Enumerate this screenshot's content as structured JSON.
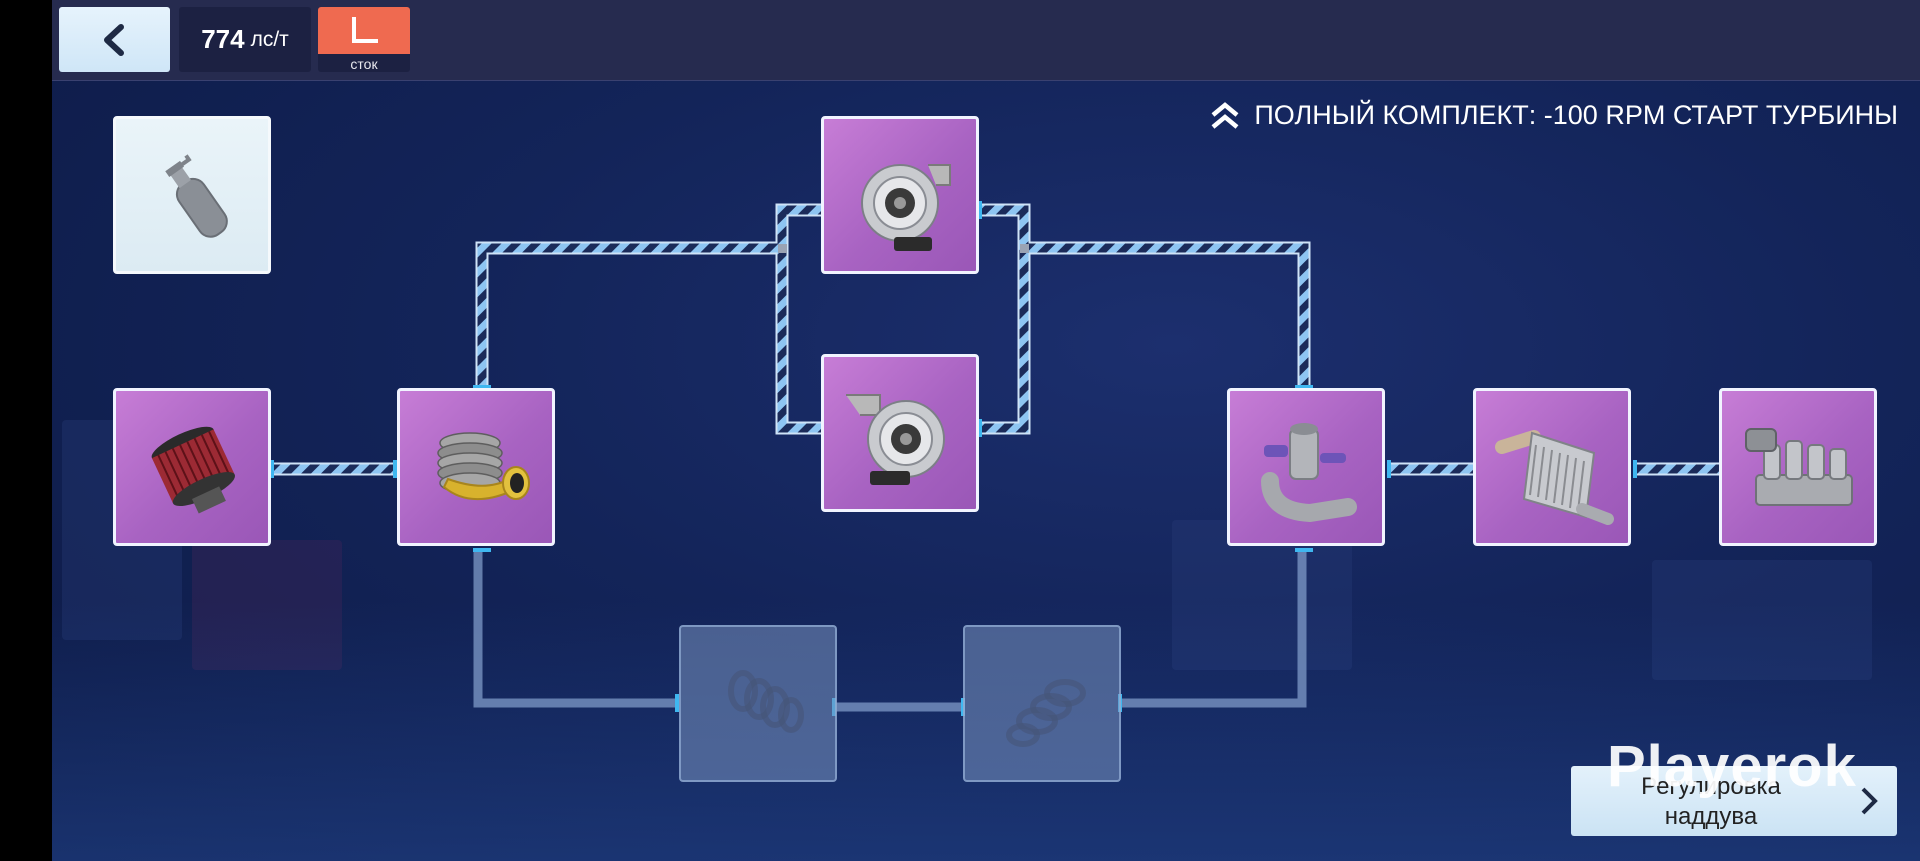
{
  "header": {
    "power_value": "774",
    "power_unit": "лс/т",
    "stock_label": "сток",
    "stock_color": "#ef6a50"
  },
  "bonus": {
    "icon": "double-chevron-up-icon",
    "text": "ПОЛНЫЙ КОМПЛЕКТ: -100 RPM СТАРТ ТУРБИНЫ"
  },
  "parts": [
    {
      "id": "nitrous",
      "icon": "nitrous-bottle-icon",
      "state": "empty"
    },
    {
      "id": "air-filter",
      "icon": "air-filter-icon",
      "state": "installed"
    },
    {
      "id": "blow-off-valve",
      "icon": "blow-off-valve-icon",
      "state": "installed"
    },
    {
      "id": "turbo-1",
      "icon": "turbocharger-icon",
      "state": "installed"
    },
    {
      "id": "turbo-2",
      "icon": "turbocharger-icon",
      "state": "installed"
    },
    {
      "id": "downpipe",
      "icon": "intake-pipe-icon",
      "state": "installed"
    },
    {
      "id": "intercooler",
      "icon": "intercooler-icon",
      "state": "installed"
    },
    {
      "id": "intake-manifold",
      "icon": "intake-manifold-icon",
      "state": "installed"
    },
    {
      "id": "supercharger-1",
      "icon": "supercharger-icon",
      "state": "locked"
    },
    {
      "id": "supercharger-2",
      "icon": "supercharger-icon",
      "state": "locked"
    }
  ],
  "tune_button": {
    "line1": "Регулировка",
    "line2": "наддува"
  },
  "watermark": "Playerok",
  "colors": {
    "part_installed": "#b56ccb",
    "pipe_stripe_light": "#8ec5f2",
    "pipe_stripe_dark": "#1b2b5a",
    "connector": "#3fb7f0"
  }
}
